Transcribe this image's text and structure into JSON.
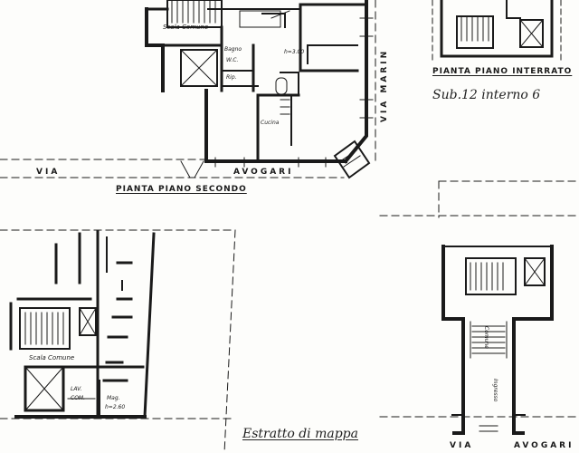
{
  "titles": {
    "secondo": "PIANTA PIANO SECONDO",
    "interrato": "PIANTA PIANO INTERRATO",
    "estratto": "Estratto di mappa"
  },
  "handwriting": {
    "sub": "Sub.12   interno 6"
  },
  "streets": {
    "via_top": "VIA",
    "avogari_top": "AVOGARI",
    "via_marin": "VIA MARIN",
    "via_bottom": "VIA",
    "avogari_bottom": "AVOGARI"
  },
  "rooms": {
    "scala_comune_top": "Scala Comune",
    "bagno": "Bagno",
    "wc": "W.C.",
    "rip": "Rip.",
    "cucina": "Cucina",
    "height": "h=3.00",
    "scala_comune_left": "Scala Comune",
    "lav": "LAV.",
    "com": "COM.",
    "mag": "Mag.",
    "mag_h": "h=2.60",
    "comune": "Comune",
    "ingresso": "Ingresso"
  }
}
